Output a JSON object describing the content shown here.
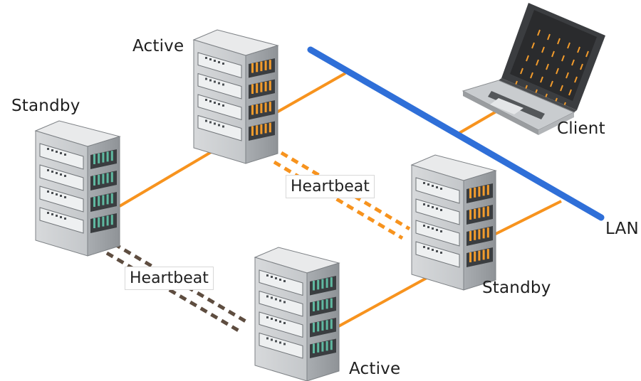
{
  "labels": {
    "active_top": "Active",
    "standby_left": "Standby",
    "client": "Client",
    "lan": "LAN",
    "standby_right": "Standby",
    "active_bottom": "Active",
    "heartbeat_top": "Heartbeat",
    "heartbeat_bottom": "Heartbeat"
  },
  "colors": {
    "link": "#f7931e",
    "lan": "#2f6fd8",
    "heartbeat_top": "#f7931e",
    "heartbeat_bottom": "#5e4d40",
    "led_orange": "#f39c2c",
    "led_teal": "#5fb8a0"
  }
}
